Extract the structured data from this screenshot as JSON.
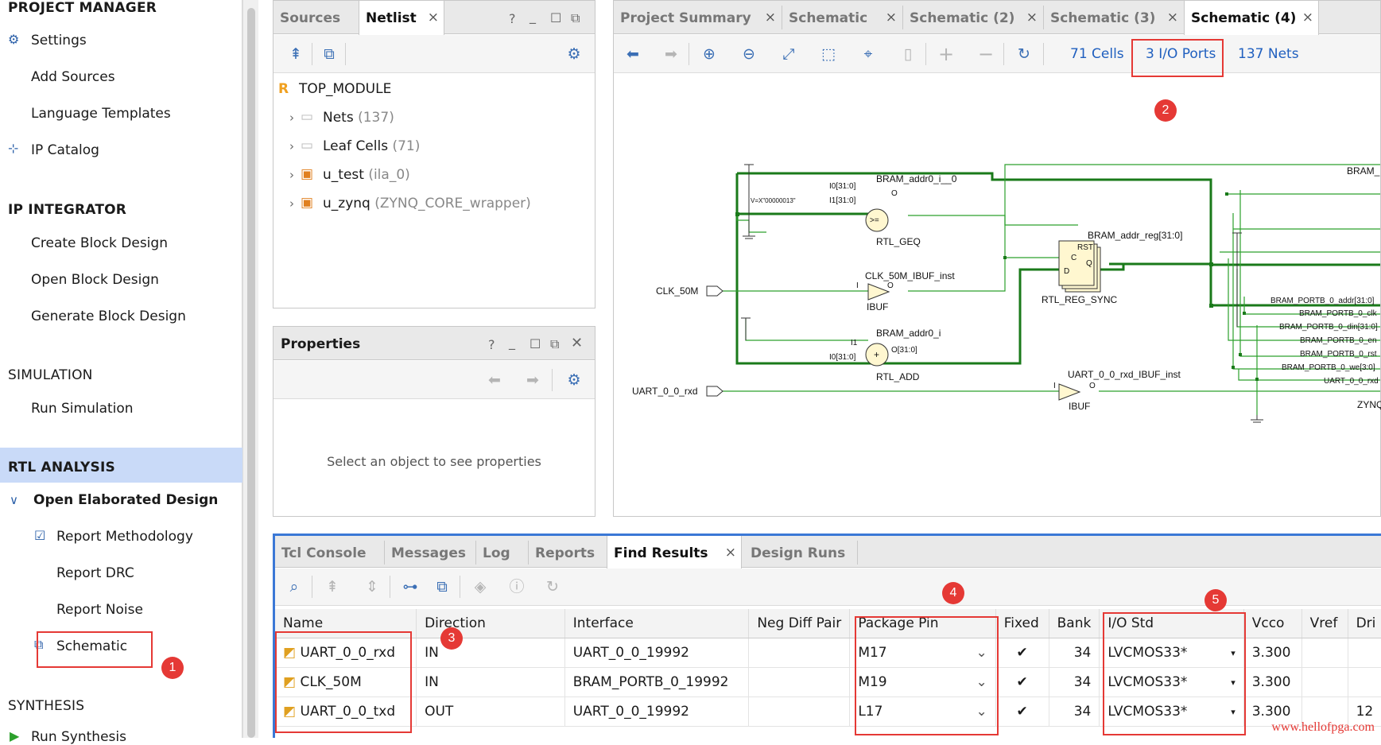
{
  "nav": {
    "project_manager": "PROJECT MANAGER",
    "settings": "Settings",
    "add_sources": "Add Sources",
    "language_templates": "Language Templates",
    "ip_catalog": "IP Catalog",
    "ip_integrator": "IP INTEGRATOR",
    "create_block_design": "Create Block Design",
    "open_block_design": "Open Block Design",
    "generate_block_design": "Generate Block Design",
    "simulation": "SIMULATION",
    "run_simulation": "Run Simulation",
    "rtl_analysis": "RTL ANALYSIS",
    "open_elaborated_design": "Open Elaborated Design",
    "report_methodology": "Report Methodology",
    "report_drc": "Report DRC",
    "report_noise": "Report Noise",
    "schematic": "Schematic",
    "synthesis": "SYNTHESIS",
    "run_synthesis": "Run Synthesis"
  },
  "sources_panel": {
    "tab_sources": "Sources",
    "tab_netlist": "Netlist",
    "top_module_icon": "R",
    "top_module": "TOP_MODULE",
    "nets": "Nets",
    "nets_count": "(137)",
    "leaf_cells": "Leaf Cells",
    "leaf_cells_count": "(71)",
    "u_test": "u_test",
    "u_test_type": "(ila_0)",
    "u_zynq": "u_zynq",
    "u_zynq_type": "(ZYNQ_CORE_wrapper)"
  },
  "properties_panel": {
    "title": "Properties",
    "empty_text": "Select an object to see properties"
  },
  "schematic_panel": {
    "tabs": [
      "Project Summary",
      "Schematic",
      "Schematic (2)",
      "Schematic (3)",
      "Schematic (4)"
    ],
    "cells_link": "71 Cells",
    "ports_link": "3 I/O Ports",
    "nets_link": "137 Nets",
    "labels": {
      "clk": "CLK_50M",
      "uart": "UART_0_0_rxd",
      "geq_name": "BRAM_addr0_i__0",
      "geq_i0": "I0[31:0]",
      "geq_i1": "I1[31:0]",
      "geq_const": "V=X\"00000013\"",
      "geq_o": "O",
      "geq_sym": ">=",
      "geq_type": "RTL_GEQ",
      "ibuf1_name": "CLK_50M_IBUF_inst",
      "ibuf_i": "I",
      "ibuf_o": "O",
      "ibuf_type": "IBUF",
      "add_name": "BRAM_addr0_i",
      "add_i1": "I1",
      "add_i0": "I0[31:0]",
      "add_o": "O[31:0]",
      "add_sym": "+",
      "add_type": "RTL_ADD",
      "reg_name": "BRAM_addr_reg[31:0]",
      "reg_rst": "RST",
      "reg_c": "C",
      "reg_d": "D",
      "reg_q": "Q",
      "reg_type": "RTL_REG_SYNC",
      "ibuf2_name": "UART_0_0_rxd_IBUF_inst",
      "bram_top": "BRAM_",
      "zynq_trunc": "ZYNQ",
      "right_ports": [
        "BRAM_PORTB_0_addr[31:0]",
        "BRAM_PORTB_0_clk",
        "BRAM_PORTB_0_din[31:0]",
        "BRAM_PORTB_0_en",
        "BRAM_PORTB_0_rst",
        "BRAM_PORTB_0_we[3:0]",
        "UART_0_0_rxd"
      ]
    }
  },
  "bottom_panel": {
    "tabs": [
      "Tcl Console",
      "Messages",
      "Log",
      "Reports",
      "Find Results",
      "Design Runs"
    ],
    "columns": [
      "Name",
      "Direction",
      "Interface",
      "Neg Diff Pair",
      "Package Pin",
      "Fixed",
      "Bank",
      "I/O Std",
      "Vcco",
      "Vref",
      "Dri"
    ],
    "rows": [
      {
        "name": "UART_0_0_rxd",
        "direction": "IN",
        "interface": "UART_0_0_19992",
        "neg": "",
        "pin": "M17",
        "fixed": "✔",
        "bank": "34",
        "iostd": "LVCMOS33*",
        "vcco": "3.300",
        "vref": "",
        "dri": ""
      },
      {
        "name": "CLK_50M",
        "direction": "IN",
        "interface": "BRAM_PORTB_0_19992",
        "neg": "",
        "pin": "M19",
        "fixed": "✔",
        "bank": "34",
        "iostd": "LVCMOS33*",
        "vcco": "3.300",
        "vref": "",
        "dri": ""
      },
      {
        "name": "UART_0_0_txd",
        "direction": "OUT",
        "interface": "UART_0_0_19992",
        "neg": "",
        "pin": "L17",
        "fixed": "✔",
        "bank": "34",
        "iostd": "LVCMOS33*",
        "vcco": "3.300",
        "vref": "",
        "dri": "12"
      }
    ]
  },
  "annotations": {
    "n1": "1",
    "n2": "2",
    "n3": "3",
    "n4": "4",
    "n5": "5"
  },
  "watermark": "www.hellofpga.com",
  "colors": {
    "accent": "#1f5fbf",
    "annotation_red": "#e53935",
    "wire_green": "#1a8a1a",
    "selection_blue": "#c9daf8"
  }
}
